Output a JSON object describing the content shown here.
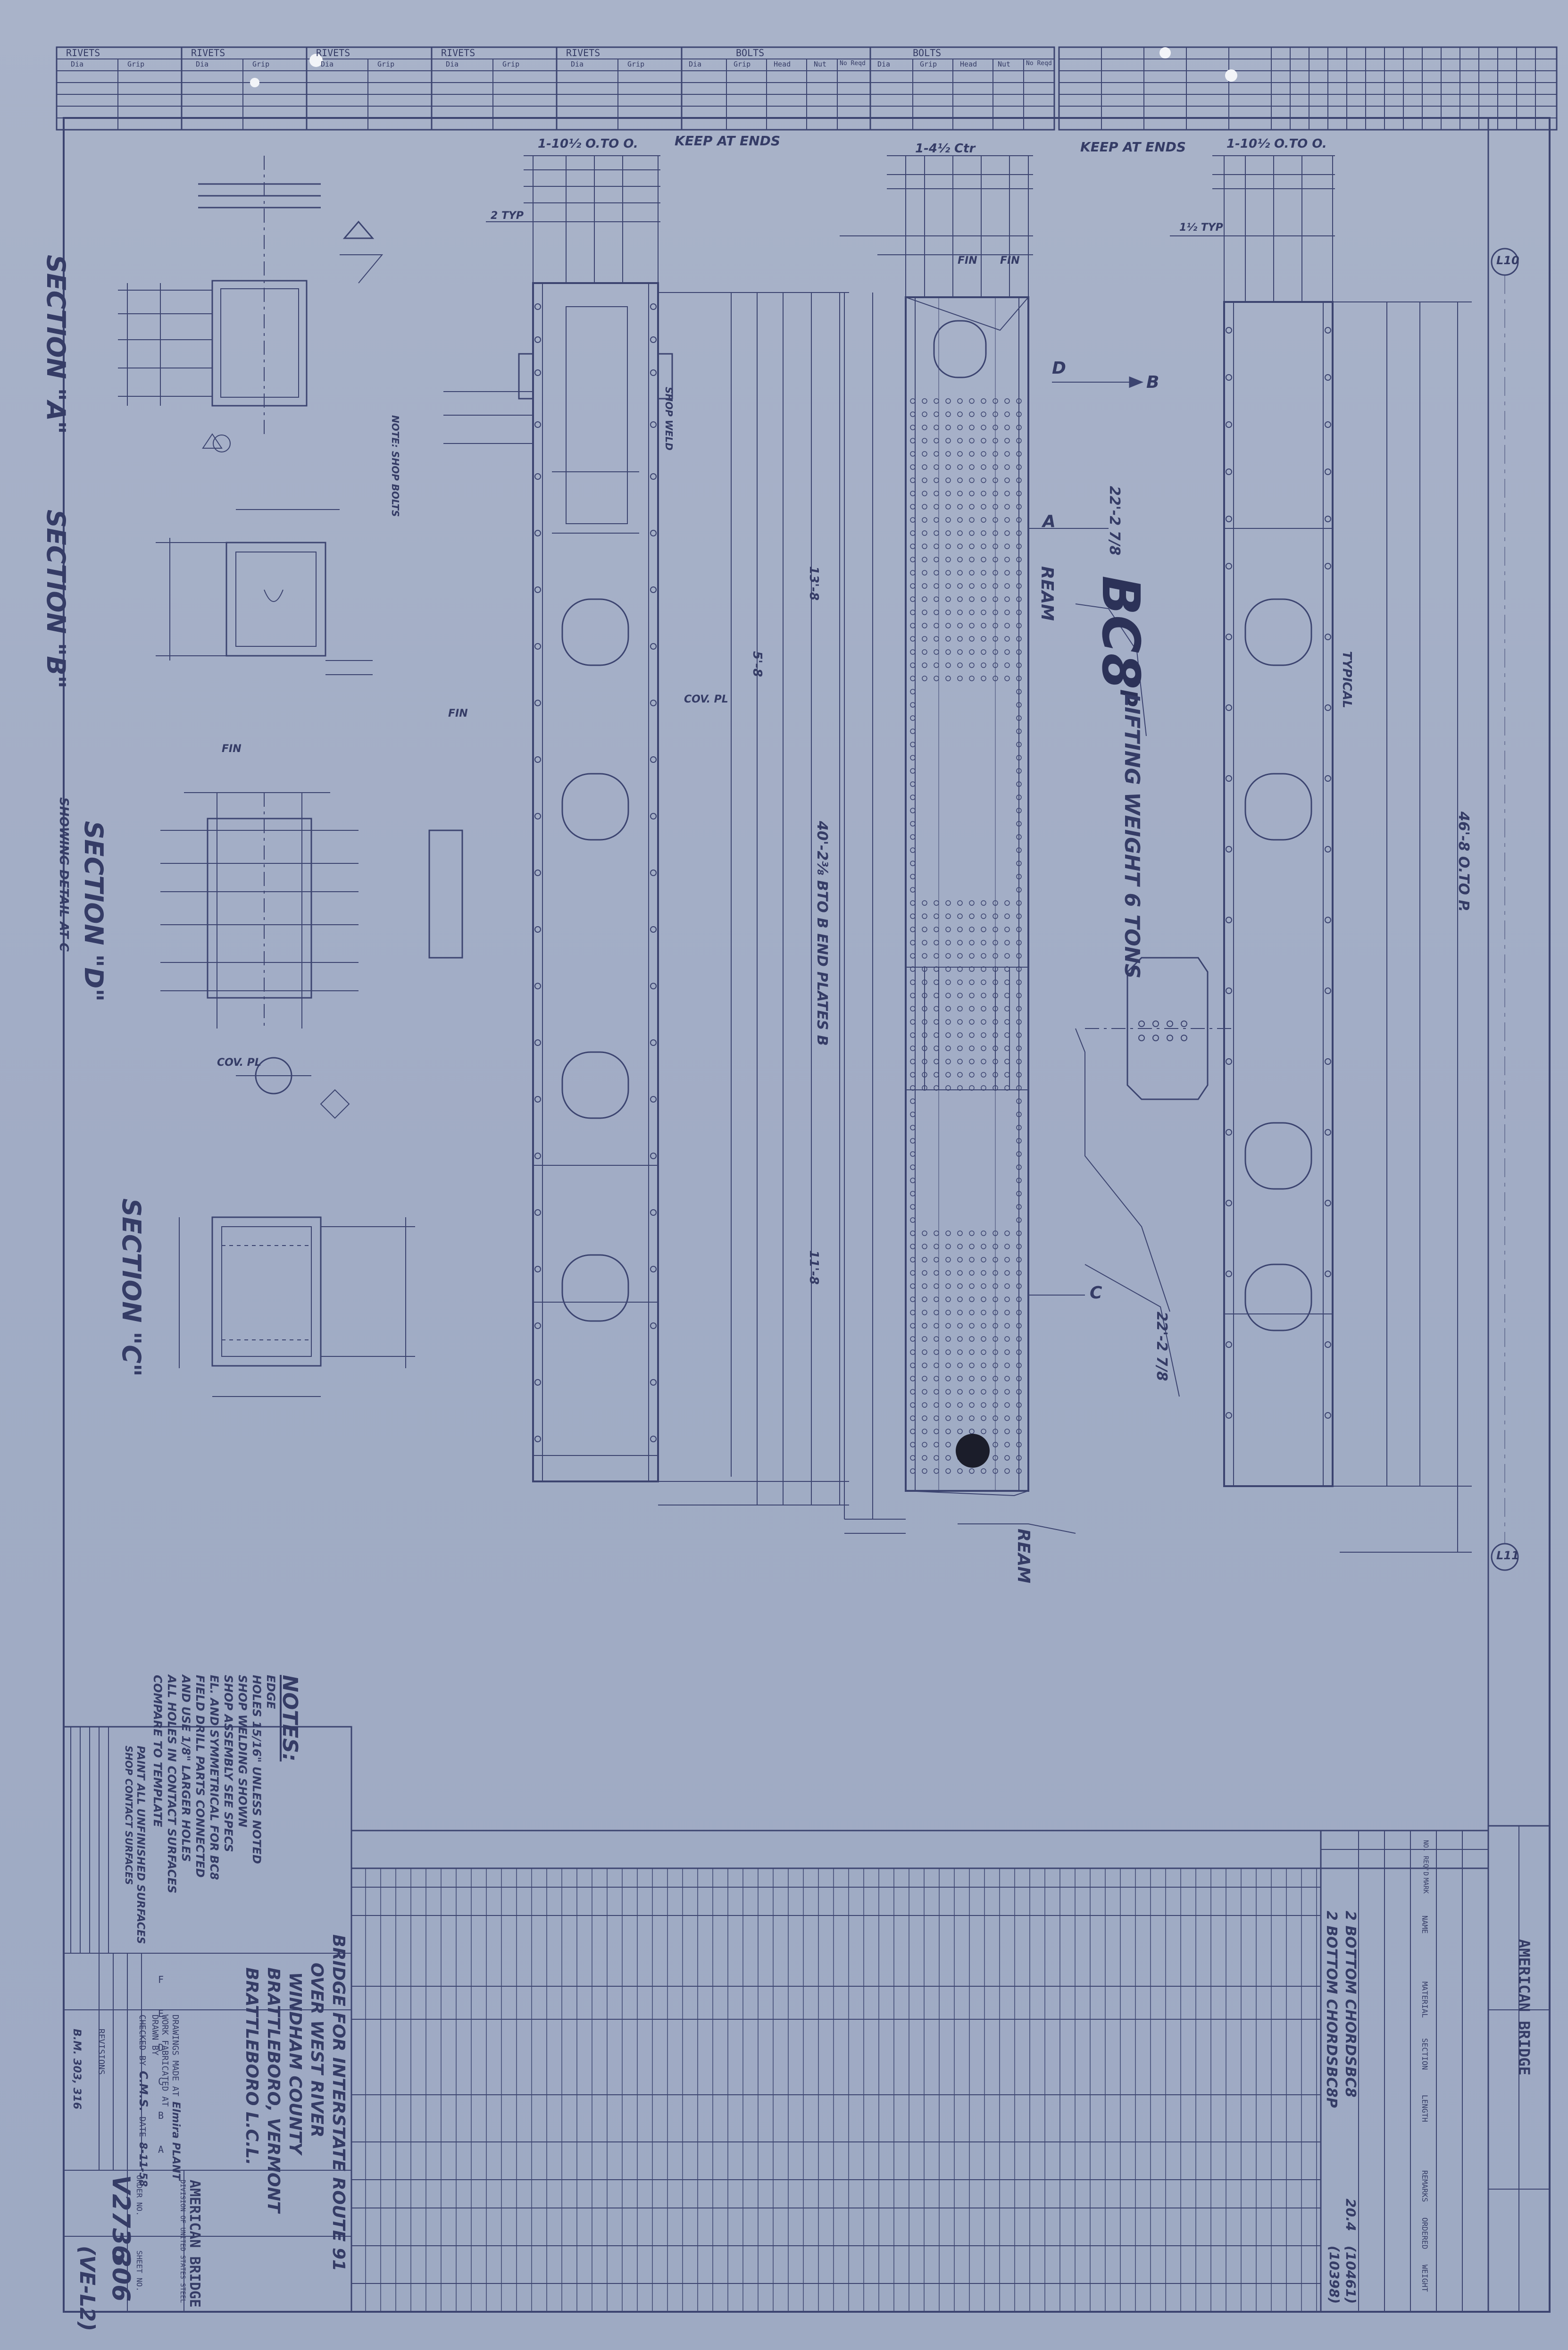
{
  "top_table": {
    "headers": [
      "RIVETS",
      "RIVETS",
      "RIVETS",
      "RIVETS",
      "RIVETS",
      "BOLTS",
      "BOLTS"
    ],
    "subheaders": [
      "Dia",
      "Grip",
      "Dia",
      "Grip",
      "Dia",
      "Grip",
      "Dia",
      "Grip",
      "Dia",
      "Grip",
      "Dia",
      "Grip",
      "Head",
      "Nut",
      "No Reqd",
      "Dia",
      "Grip",
      "Head",
      "Nut",
      "No Reqd"
    ]
  },
  "drawing": {
    "title": "BC8",
    "title_sup": "P",
    "lifting_weight": "LIFTING WEIGHT 6 TONS",
    "column_lines": [
      "L10",
      "L11"
    ],
    "ream_labels": [
      "REAM",
      "REAM"
    ],
    "keep_labels": [
      "KEEP AT ENDS",
      "KEEP AT ENDS"
    ],
    "top_dims": [
      "1-10½ O.TO O.",
      "1-4½ Ctr",
      "1-10½ O.TO O."
    ],
    "section_labels": [
      "SECTION \"A\"",
      "SECTION \"B\"",
      "SECTION \"D\"",
      "SECTION \"C\""
    ],
    "section_d_note": "SHOWING DETAIL AT C",
    "dims_vertical": [
      "22'-2 7/8",
      "22'-2 7/8",
      "46'-8 O.TO P.",
      "40'-2⅜ BTO B END PLATES B",
      "5'-8",
      "13'-8",
      "11'-8"
    ],
    "small_notes": [
      "TYPICAL",
      "NOTE: SHOP BOLTS",
      "SHOP WELD",
      "FIN",
      "FIN",
      "FIN",
      "FIN",
      "COV. PL",
      "COV. PL",
      "2 TYP",
      "1½ TYP"
    ],
    "markers": [
      "D",
      "B",
      "A",
      "C"
    ]
  },
  "notes": {
    "title": "NOTES:",
    "lines": [
      "EDGE",
      "HOLES 15/16\" UNLESS NOTED",
      "SHOP WELDING SHOWN",
      "SHOP ASSEMBLY SEE SPECS",
      "EL. AND SYMMETRICAL FOR BC8",
      "FIELD DRILL PARTS CONNECTED",
      "AND USE 1/8\" LARGER HOLES",
      "ALL HOLES IN CONTACT SURFACES",
      "COMPARE TO TEMPLATE"
    ]
  },
  "job_titles": [
    "BRIDGE FOR INTERSTATE ROUTE 91",
    "OVER WEST RIVER",
    "WINDHAM COUNTY",
    "BRATTLEBORO, VERMONT",
    "BRATTLEBORO L.C.L."
  ],
  "title_block": {
    "company": "AMERICAN BRIDGE",
    "division": "DIVISION OF UNITED STATES STEEL",
    "drawings_made_at": "DRAWINGS MADE AT",
    "plant": "Elmira PLANT",
    "work_fabricated_at": "WORK FABRICATED AT",
    "drawn_by": "DRAWN BY",
    "checked_by": "CHECKED BY",
    "checker_initials": "C.M.S.",
    "date_label": "DATE",
    "date": "8-11-58",
    "order_no_label": "ORDER NO.",
    "order_no": "V2736",
    "sheet_no_label": "SHEET NO.",
    "sheet_no": "306",
    "sheet_sub": "(VE-L2)",
    "revisions_label": "REVISIONS",
    "revision_letters": [
      "F",
      "E",
      "D",
      "C",
      "B",
      "A"
    ],
    "bom_no": "B.M. 303, 316",
    "paint_note": "PAINT  ALL UNFINISHED SURFACES",
    "shop_contact": "SHOP CONTACT SURFACES"
  },
  "bill_of_material": {
    "header_company": "AMERICAN BRIDGE",
    "headers": [
      "NO. REQ'D",
      "MARK",
      "NAME",
      "MATERIAL",
      "SECTION",
      "LENGTH",
      "REMARKS",
      "ORDERED",
      "WEIGHT"
    ],
    "pieces": [
      "2 BOTTOM CHORDS",
      "2 BOTTOM CHORDS"
    ],
    "marks": [
      "BC8",
      "BC8P"
    ],
    "weights": [
      "(10461)",
      "(10398)"
    ],
    "shipping_weight": "20.4"
  },
  "colors": {
    "paper": "#a3aec6",
    "ink": "#39406a",
    "ink_light": "#5d6690",
    "grid": "#7c87ab"
  }
}
